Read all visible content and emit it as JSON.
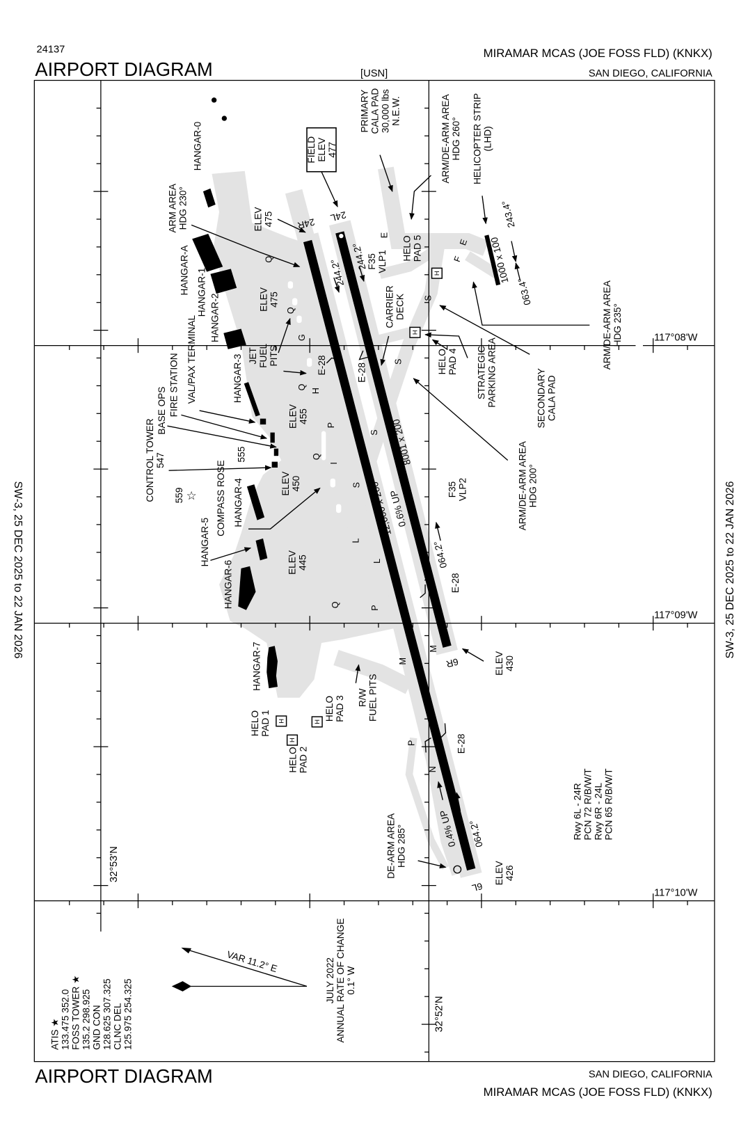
{
  "header": {
    "chart_number": "24137",
    "title": "AIRPORT DIAGRAM",
    "operator": "[USN]",
    "airport_name": "MIRAMAR MCAS (JOE FOSS FLD) (KNKX)",
    "location": "SAN DIEGO, CALIFORNIA"
  },
  "footer": {
    "title": "AIRPORT DIAGRAM",
    "location": "SAN DIEGO, CALIFORNIA",
    "airport_name": "MIRAMAR MCAS (JOE FOSS FLD) (KNKX)"
  },
  "effective_dates": "SW-3,  25 DEC 2025  to  22 JAN 2026",
  "coordinates": {
    "lon_1": "117°08'W",
    "lon_2": "117°09'W",
    "lon_3": "117°10'W",
    "lat_1": "32°53'N",
    "lat_2": "32°52'N"
  },
  "labels": {
    "field_elev": [
      "FIELD",
      "ELEV",
      "477"
    ],
    "primary_cala_pad": [
      "PRIMARY",
      "CALA PAD",
      "30,000 lbs",
      "N.E.W."
    ],
    "arm_dearm_260": [
      "ARM/DE-ARM AREA",
      "HDG 260°"
    ],
    "helicopter_strip": [
      "HELICOPTER STRIP",
      "(LHD)"
    ],
    "hangar_0": [
      "HANGAR-0"
    ],
    "arm_area_230": [
      "ARM AREA",
      "HDG 230°"
    ],
    "hangar_a": [
      "HANGAR-A"
    ],
    "hangar_1": [
      "HANGAR-1"
    ],
    "hangar_2": [
      "HANGAR-2"
    ],
    "hangar_3": [
      "HANGAR-3"
    ],
    "hangar_4": [
      "HANGAR-4"
    ],
    "hangar_5": [
      "HANGAR-5"
    ],
    "hangar_6": [
      "HANGAR-6"
    ],
    "hangar_7": [
      "HANGAR-7"
    ],
    "val_pax_terminal": [
      "VAL/PAX TERMINAL"
    ],
    "fire_station": [
      "FIRE STATION"
    ],
    "base_ops": [
      "BASE OPS"
    ],
    "control_tower": [
      "CONTROL TOWER",
      "547"
    ],
    "elev_555": [
      "555"
    ],
    "elev_559": [
      "559"
    ],
    "compass_rose": [
      "COMPASS ROSE"
    ],
    "jet_fuel_pits": [
      "JET",
      "FUEL",
      "PITS"
    ],
    "elev_475_a": [
      "ELEV",
      "475"
    ],
    "elev_475_b": [
      "ELEV",
      "475"
    ],
    "elev_455": [
      "ELEV",
      "455"
    ],
    "elev_450": [
      "ELEV",
      "450"
    ],
    "elev_445": [
      "ELEV",
      "445"
    ],
    "elev_430": [
      "ELEV",
      "430"
    ],
    "elev_426": [
      "ELEV",
      "426"
    ],
    "f35_vlp1": [
      "F35",
      "VLP1"
    ],
    "f35_vlp2": [
      "F35",
      "VLP2"
    ],
    "helo_pad_5": [
      "HELO",
      "PAD 5"
    ],
    "helo_pad_4": [
      "HELO",
      "PAD 4"
    ],
    "helo_pad_1": [
      "HELO",
      "PAD 1"
    ],
    "helo_pad_2": [
      "HELO",
      "PAD 2"
    ],
    "helo_pad_3": [
      "HELO",
      "PAD 3"
    ],
    "carrier_deck": [
      "CARRIER",
      "DECK"
    ],
    "strategic_parking": [
      "STRATEGIC",
      "PARKING AREA"
    ],
    "secondary_cala_pad": [
      "SECONDARY",
      "CALA PAD"
    ],
    "arm_dearm_200": [
      "ARM/DE-ARM AREA",
      "HDG 200°"
    ],
    "arm_dearm_235": [
      "ARM/DE-ARM AREA",
      "HDG 235°"
    ],
    "de_arm_285": [
      "DE-ARM AREA",
      "HDG 285°"
    ],
    "rw_fuel_pits": [
      "R/W",
      "FUEL PITS"
    ],
    "e28_a": [
      "E-28"
    ],
    "e28_b": [
      "E-28"
    ],
    "e28_c": [
      "E-28"
    ],
    "e28_d": [
      "E-28"
    ],
    "pcn": [
      "Rwy  6L - 24R",
      "PCN 72 R/B/W/T",
      "Rwy 6R - 24L",
      "PCN 65 R/B/W/T"
    ],
    "frequencies": [
      "ATIS ★",
      "133.475  352.0",
      "FOSS TOWER ★",
      "135.2  298.925",
      "GND CON",
      "128.625  307.325",
      "CLNC DEL",
      "125.975  254.325"
    ],
    "mag_var": [
      "VAR 11.2° E"
    ],
    "annual_change": [
      "JULY 2022",
      "ANNUAL RATE OF CHANGE",
      "0.1° W"
    ]
  },
  "runways": {
    "rwy_6l_24r": {
      "end_24r": "24R",
      "end_6l": "6L",
      "heading_24r": "244.2°",
      "heading_6l": "064.2°",
      "dimensions": "12,000 x 200",
      "slope": "0.6% UP",
      "slope_6l": "0.4% UP"
    },
    "rwy_6r_24l": {
      "end_24l": "24L",
      "end_6r": "6R",
      "heading_24l": "244.2°",
      "heading_6r": "064.2°",
      "dimensions": "8001 x 200"
    },
    "helicopter_strip": {
      "dimensions": "1000 x 100",
      "heading_a": "243.4°",
      "heading_b": "063.4°"
    }
  },
  "helipad_symbol": "H",
  "taxiway_labels": [
    "Q",
    "Q",
    "G",
    "Q",
    "H",
    "P",
    "Q",
    "I",
    "S",
    "L",
    "L",
    "Q",
    "P",
    "M",
    "M",
    "P",
    "N",
    "S",
    "S",
    "S",
    "E",
    "F",
    "E"
  ],
  "colors": {
    "pavement": "#e3e3e3",
    "runway": "#000000",
    "buildings": "#000000"
  },
  "icons": [
    "control-tower-star-icon",
    "helipad-icon",
    "magnetic-variation-arrow-icon",
    "obstruction-dot-icon"
  ]
}
